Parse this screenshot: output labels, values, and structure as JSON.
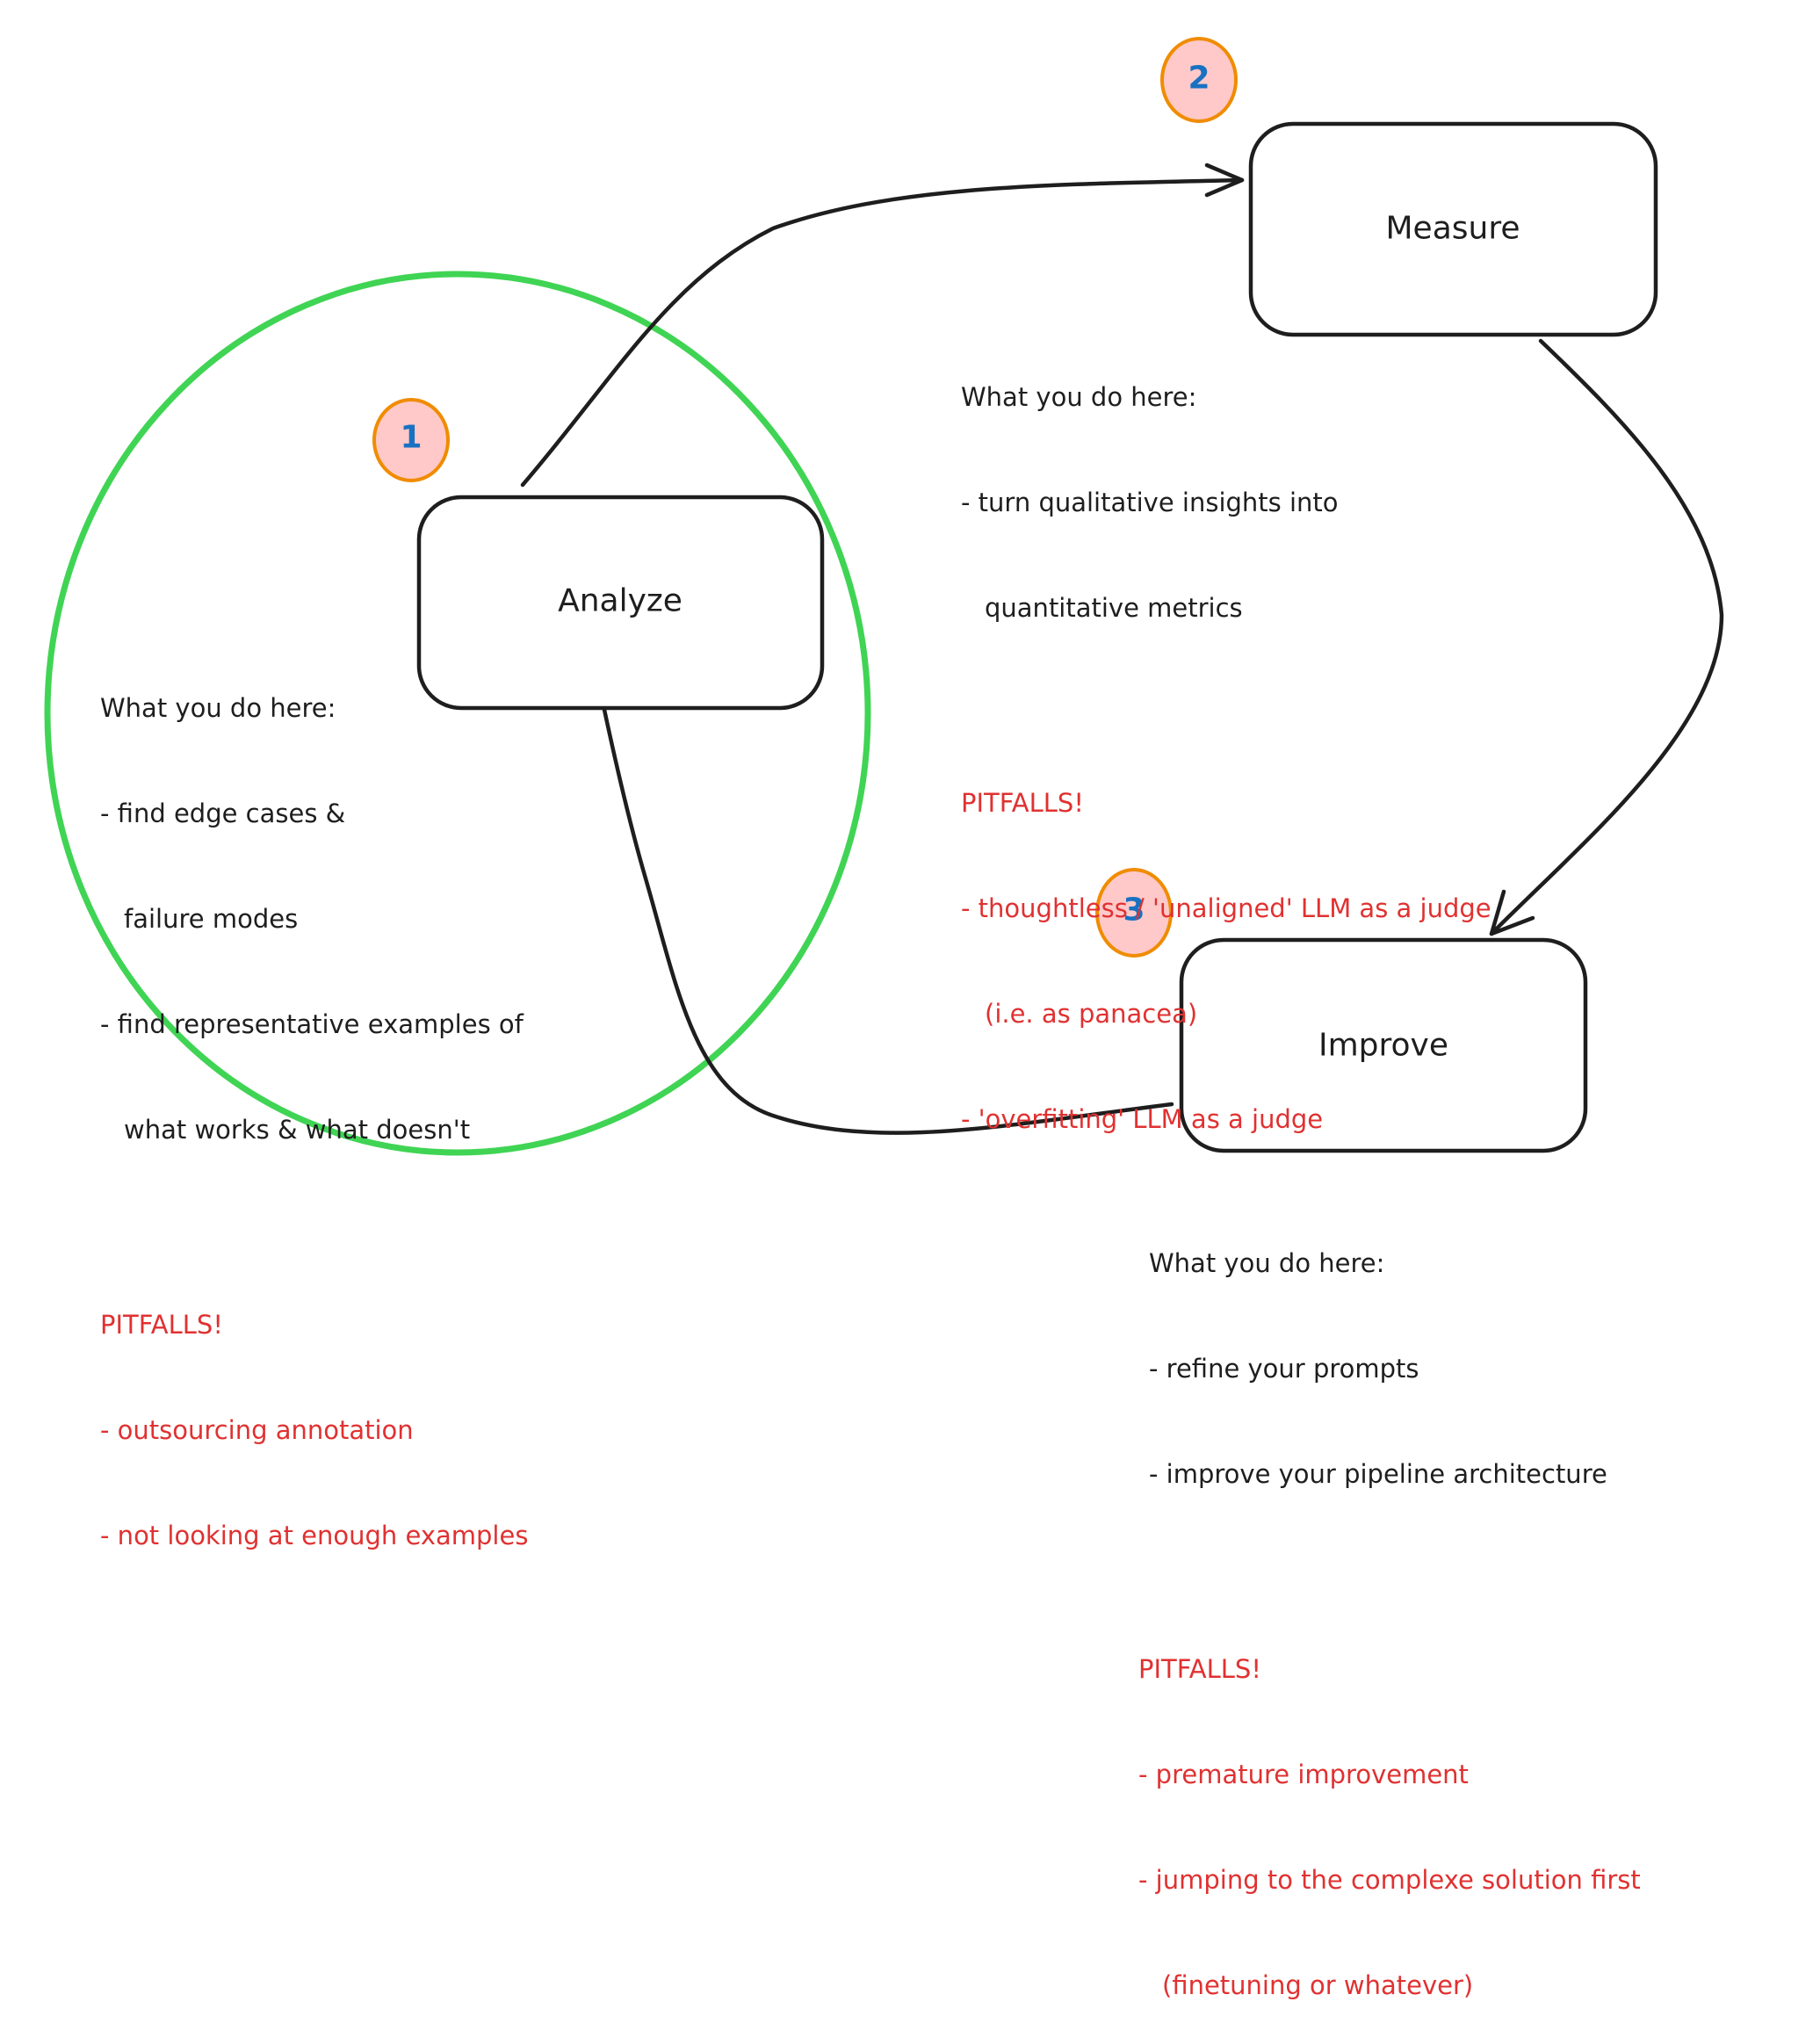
{
  "colors": {
    "stroke": "#1e1e1e",
    "pitfall_text": "#e03131",
    "badge_number": "#1971c2",
    "badge_border": "#f08c00",
    "badge_fill": "#ffc9c9",
    "highlight_circle": "#40d454"
  },
  "nodes": {
    "analyze": {
      "label": "Analyze",
      "step": "1"
    },
    "measure": {
      "label": "Measure",
      "step": "2"
    },
    "improve": {
      "label": "Improve",
      "step": "3"
    }
  },
  "edges": [
    {
      "from": "Analyze",
      "to": "Measure"
    },
    {
      "from": "Measure",
      "to": "Improve"
    },
    {
      "from": "Improve",
      "to": "Analyze"
    }
  ],
  "highlight": {
    "target": "Analyze",
    "shape": "circle"
  },
  "notes": {
    "analyze": {
      "heading": "What you do here:",
      "tasks": [
        [
          "- find edge cases &",
          "failure modes"
        ],
        [
          "- find representative examples of",
          "what works & what doesn't"
        ]
      ],
      "pitfalls_heading": "PITFALLS!",
      "pitfalls": [
        [
          "- outsourcing annotation"
        ],
        [
          "- not looking at enough examples"
        ]
      ]
    },
    "measure": {
      "heading": "What you do here:",
      "tasks": [
        [
          "- turn qualitative insights into",
          "quantitative metrics"
        ]
      ],
      "pitfalls_heading": "PITFALLS!",
      "pitfalls": [
        [
          "- thoughtless / 'unaligned' LLM as a judge",
          "(i.e. as panacea)"
        ],
        [
          "- 'overfitting' LLM as a judge"
        ]
      ]
    },
    "improve": {
      "heading": "What you do here:",
      "tasks": [
        [
          "- refine your prompts"
        ],
        [
          "- improve your pipeline architecture"
        ]
      ],
      "pitfalls_heading": "PITFALLS!",
      "pitfalls": [
        [
          "- premature improvement"
        ],
        [
          "- jumping to the complexe solution first",
          "(finetuning or whatever)"
        ]
      ]
    }
  }
}
